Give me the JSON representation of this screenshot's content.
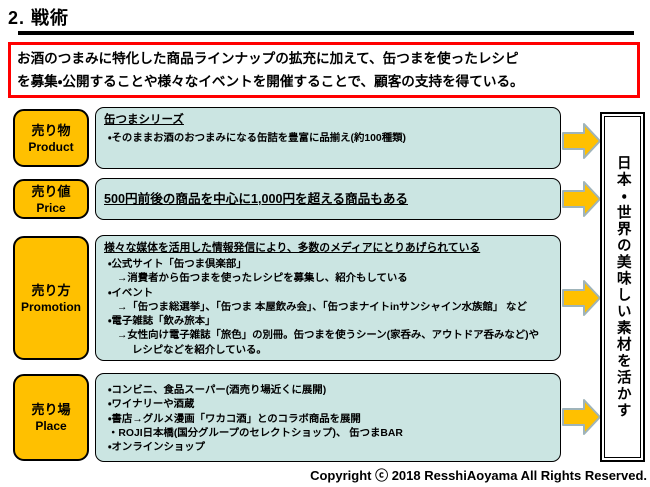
{
  "slide": {
    "title": "2. 戦術",
    "footer": "Copyright ⓒ 2018 ResshiAoyama All Rights Reserved."
  },
  "summary": {
    "line1": "お酒のつまみに特化した商品ラインナップの拡充に加えて、缶つまを使ったレシピ",
    "line2": "を募集・公開することや様々なイベントを開催することで、顧客の支持を得ている。"
  },
  "goal": {
    "vertical_text": "日本・世界の美味しい素材を活かす"
  },
  "colors": {
    "label_yellow": "#FFC000",
    "panel_teal": "#CBE5E2",
    "summary_border_red": "#FF0000",
    "arrow_fill": "#FFC000",
    "arrow_border": "#9FB4BA",
    "rule_black": "#000000"
  },
  "rows": [
    {
      "label_ja": "売り物",
      "label_en": "Product",
      "heading": "缶つまシリーズ",
      "lines": [
        "・そのままお酒のおつまみになる缶詰を豊富に品揃え(約100種類)"
      ]
    },
    {
      "label_ja": "売り値",
      "label_en": "Price",
      "heading": "500円前後の商品を中心に1,000円を超える商品もある",
      "lines": []
    },
    {
      "label_ja": "売り方",
      "label_en": "Promotion",
      "heading": "様々な媒体を活用した情報発信により、多数のメディアにとりあげられている",
      "lines": [
        "・公式サイト「缶つま倶楽部」",
        "→消費者から缶つまを使ったレシピを募集し、紹介もしている",
        "・イベント",
        "→「缶つま総選挙」、「缶つま 本屋飲み会」、「缶つまナイトinサンシャイン水族館」 など",
        "・電子雑誌「飲み旅本」",
        "→女性向け電子雑誌「旅色」の別冊。缶つまを使うシーン(家呑み、アウトドア呑みなど)や",
        "レシピなどを紹介している。"
      ]
    },
    {
      "label_ja": "売り場",
      "label_en": "Place",
      "heading": "",
      "lines": [
        "・コンビニ、食品スーパー(酒売り場近くに展開)",
        "・ワイナリーや酒蔵",
        "・書店→グルメ漫画「ワカコ酒」とのコラボ商品を展開",
        "・ROJI日本橋(国分グループのセレクトショップ)、 缶つまBAR",
        "・オンラインショップ"
      ]
    }
  ]
}
